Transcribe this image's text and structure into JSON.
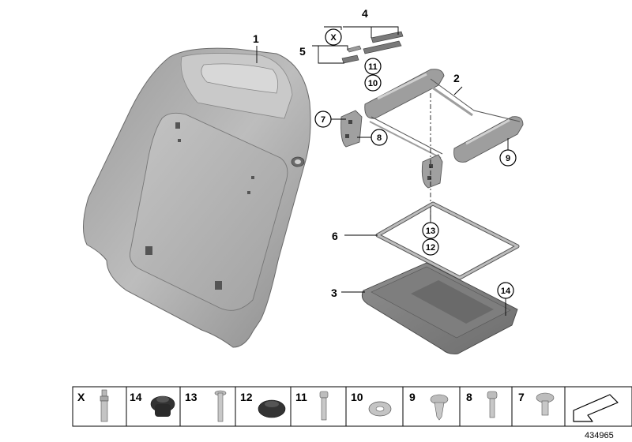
{
  "callouts": {
    "c1": "1",
    "c2": "2",
    "c3": "3",
    "c4": "4",
    "c5": "5",
    "c6": "6",
    "c7": "7",
    "c8": "8",
    "c9": "9",
    "c10": "10",
    "c11": "11",
    "c12": "12",
    "c13": "13",
    "c14": "14",
    "cx": "X"
  },
  "strip": {
    "x": "X",
    "p14": "14",
    "p13": "13",
    "p12": "12",
    "p11": "11",
    "p10": "10",
    "p9": "9",
    "p8": "8",
    "p7": "7"
  },
  "document_number": "434965",
  "colors": {
    "shell": "#b0b0b0",
    "shell_dark": "#8a8a8a",
    "frame": "#a8a8a8",
    "line": "#000000"
  }
}
